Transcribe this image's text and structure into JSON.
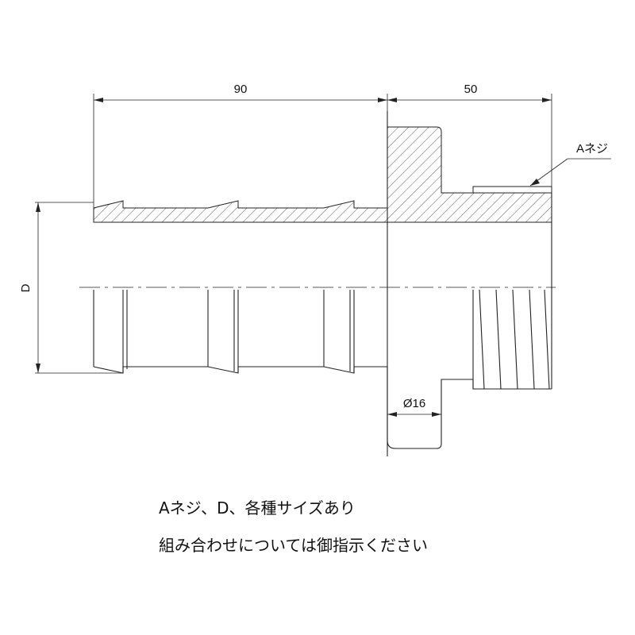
{
  "dimensions": {
    "length_left": "90",
    "length_right": "50",
    "diameter_label": "D",
    "bore": "Ø16",
    "thread_label": "Aネジ"
  },
  "notes": {
    "line1": "Aネジ、D、各種サイズあり",
    "line2": "組み合わせについては御指示ください"
  }
}
